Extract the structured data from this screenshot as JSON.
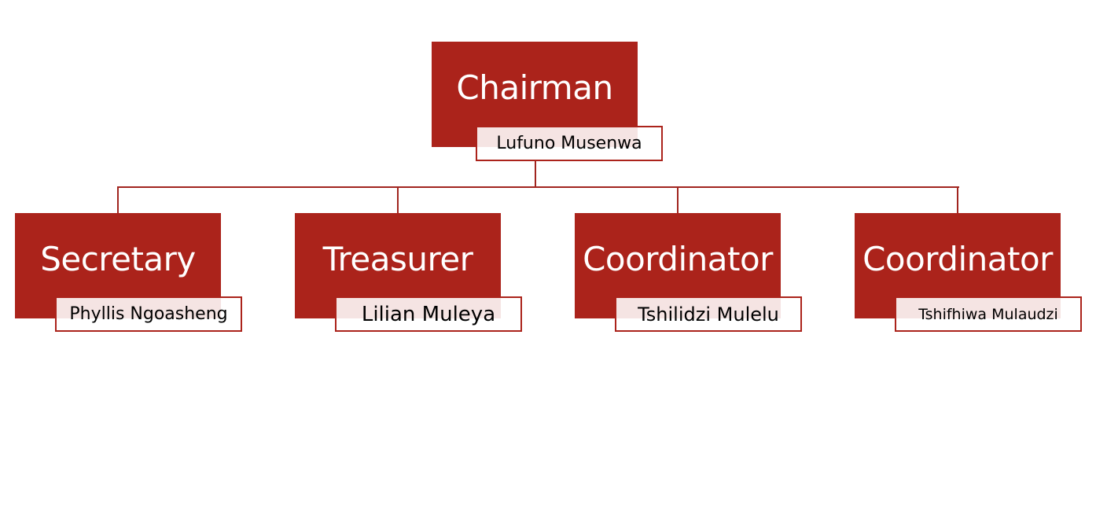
{
  "colors": {
    "box": "#ab231b",
    "connector": "#a1251f"
  },
  "root": {
    "role": "Chairman",
    "name": "Lufuno Musenwa"
  },
  "children": [
    {
      "role": "Secretary",
      "name": "Phyllis Ngoasheng"
    },
    {
      "role": "Treasurer",
      "name": "Lilian Muleya"
    },
    {
      "role": "Coordinator",
      "name": "Tshilidzi Mulelu"
    },
    {
      "role": "Coordinator",
      "name": "Tshifhiwa Mulaudzi"
    }
  ]
}
